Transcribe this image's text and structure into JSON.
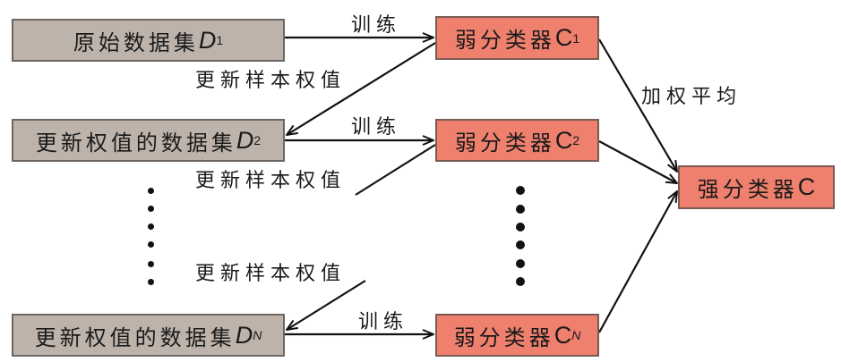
{
  "datasets": [
    {
      "id": "D1",
      "text": "原始数据集",
      "symbol": "D",
      "sub": "1"
    },
    {
      "id": "D2",
      "text": "更新权值的数据集",
      "symbol": "D",
      "sub": "2"
    },
    {
      "id": "DN",
      "text": "更新权值的数据集",
      "symbol": "D",
      "sub": "N"
    }
  ],
  "classifiers": [
    {
      "id": "C1",
      "text": "弱分类器",
      "symbol": "C",
      "sub": "1"
    },
    {
      "id": "C2",
      "text": "弱分类器",
      "symbol": "C",
      "sub": "2"
    },
    {
      "id": "CN",
      "text": "弱分类器",
      "symbol": "C",
      "sub": "N"
    }
  ],
  "strong": {
    "text": "强分类器",
    "symbol": "C"
  },
  "labels": {
    "train": "训练",
    "update_weights": "更新样本权值",
    "weighted_average": "加权平均"
  },
  "colors": {
    "dataset_fill": "#bdb3ab",
    "classifier_fill": "#f0806e",
    "line": "#111111"
  }
}
